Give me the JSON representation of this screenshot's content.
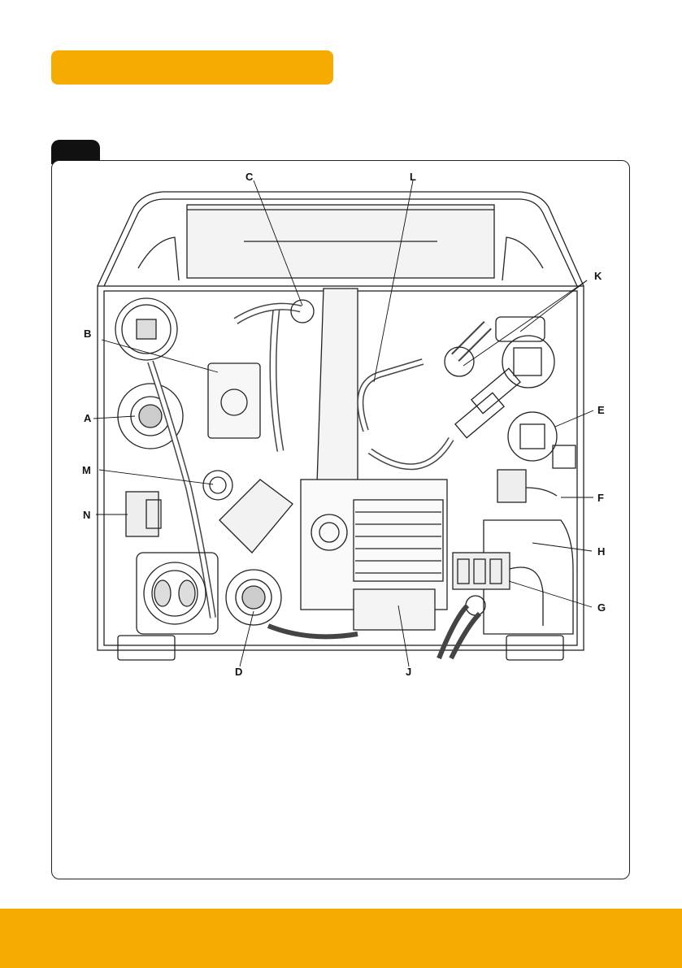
{
  "header": {
    "title": "",
    "accent": "#f5ab00"
  },
  "figure": {
    "tab_label": "",
    "callouts": {
      "A": "A",
      "B": "B",
      "C": "C",
      "D": "D",
      "E": "E",
      "F": "F",
      "G": "G",
      "H": "H",
      "J": "J",
      "K": "K",
      "L": "L",
      "M": "M",
      "N": "N"
    }
  },
  "footer": {
    "text": ""
  }
}
